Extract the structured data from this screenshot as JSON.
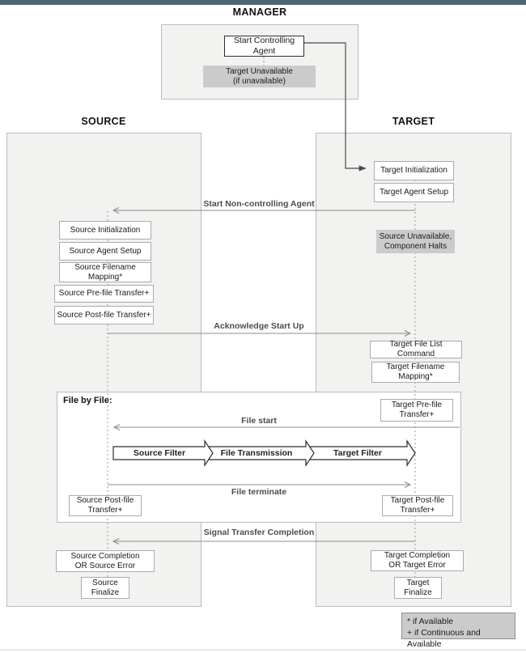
{
  "colors": {
    "top_bar": "#4d666d",
    "panel_fill": "#f2f2f1",
    "highlight_fill": "#cbcbcb",
    "line_gray": "#8c8c8c",
    "line_dark": "#4a4a4a"
  },
  "headers": {
    "manager": "MANAGER",
    "source": "SOURCE",
    "target": "TARGET"
  },
  "manager": {
    "start_controlling_agent": "Start Controlling\nAgent",
    "target_unavailable": "Target Unavailable\n(if unavailable)"
  },
  "source": {
    "steps": [
      "Source Initialization",
      "Source Agent Setup",
      "Source Filename\nMapping*",
      "Source Pre-file Transfer+",
      "Source Post-file Transfer+"
    ],
    "completion": "Source Completion\nOR Source Error",
    "finalize": "Source\nFinalize"
  },
  "target": {
    "initialization": "Target Initialization",
    "agent_setup": "Target Agent Setup",
    "source_unavailable": "Source Unavailable,\nComponent Halts",
    "file_list_command": "Target File List Command",
    "filename_mapping": "Target Filename\nMapping*",
    "completion": "Target Completion\nOR Target Error",
    "finalize": "Target\nFinalize"
  },
  "messages": {
    "start_noncontrolling": "Start Non-controlling Agent",
    "acknowledge": "Acknowledge Start Up",
    "file_start": "File start",
    "file_terminate": "File terminate",
    "signal_completion": "Signal Transfer Completion"
  },
  "file_by_file": {
    "label": "File by File:",
    "target_pre_file": "Target Pre-file\nTransfer+",
    "source_post_file": "Source Post-file\nTransfer+",
    "target_post_file": "Target Post-file\nTransfer+",
    "flow": [
      "Source Filter",
      "File Transmission",
      "Target Filter"
    ]
  },
  "legend": {
    "line1": "* if Available",
    "line2": "+ if Continuous and Available"
  }
}
